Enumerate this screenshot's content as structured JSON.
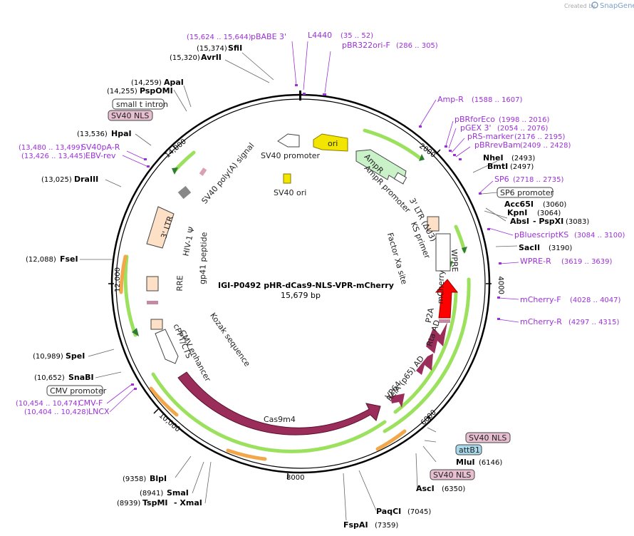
{
  "logo": {
    "small": "Created by",
    "brand": "SnapGene"
  },
  "plasmid": {
    "name": "IGI-P0492 pHR-dCas9-NLS-VPR-mCherry",
    "length": "15,679 bp"
  },
  "colors": {
    "purple": "#9b30d9",
    "green": "#9be15d",
    "orange": "#f2a74b",
    "maroon": "#9b2d5a",
    "red": "#ff0000"
  },
  "ticks": [
    "2000",
    "4000",
    "6000",
    "8000",
    "10,000",
    "12,000",
    "14,000"
  ],
  "enzymes": [
    {
      "name": "SfiI",
      "pos": "(15,374)"
    },
    {
      "name": "AvrII",
      "pos": "(15,320)"
    },
    {
      "name": "ApaI",
      "pos": "(14,259)"
    },
    {
      "name": "PspOMI",
      "pos": "(14,255)"
    },
    {
      "name": "HpaI",
      "pos": "(13,536)"
    },
    {
      "name": "DraIII",
      "pos": "(13,025)"
    },
    {
      "name": "FseI",
      "pos": "(12,088)"
    },
    {
      "name": "SpeI",
      "pos": "(10,989)"
    },
    {
      "name": "SnaBI",
      "pos": "(10,652)"
    },
    {
      "name": "BlpI",
      "pos": "(9358)"
    },
    {
      "name": "SmaI",
      "pos": "(8941)"
    },
    {
      "name": "TspMI",
      "pos": "(8939)"
    },
    {
      "name": "- XmaI",
      "pos": ""
    },
    {
      "name": "FspAI",
      "pos": "(7359)"
    },
    {
      "name": "PaqCI",
      "pos": "(7045)"
    },
    {
      "name": "AscI",
      "pos": "(6350)"
    },
    {
      "name": "MluI",
      "pos": "(6146)"
    },
    {
      "name": "SacII",
      "pos": "(3190)"
    },
    {
      "name": "AbsI",
      "pos": "(3083)"
    },
    {
      "name": "- PspXI",
      "pos": ""
    },
    {
      "name": "KpnI",
      "pos": "(3064)"
    },
    {
      "name": "Acc65I",
      "pos": "(3060)"
    },
    {
      "name": "BmtI",
      "pos": "(2497)"
    },
    {
      "name": "NheI",
      "pos": "(2493)"
    }
  ],
  "primers": [
    {
      "name": "pBABE 3'",
      "range": "(15,624 .. 15,644)"
    },
    {
      "name": "L4440",
      "range": "(35 .. 52)"
    },
    {
      "name": "pBR322ori-F",
      "range": "(286 .. 305)"
    },
    {
      "name": "SV40pA-R",
      "range": "(13,480 .. 13,499)"
    },
    {
      "name": "EBV-rev",
      "range": "(13,426 .. 13,445)"
    },
    {
      "name": "CMV-F",
      "range": "(10,454 .. 10,474)"
    },
    {
      "name": "LNCX",
      "range": "(10,404 .. 10,428)"
    },
    {
      "name": "Amp-R",
      "range": "(1588 .. 1607)"
    },
    {
      "name": "pBRforEco",
      "range": "(1998 .. 2016)"
    },
    {
      "name": "pGEX 3'",
      "range": "(2054 .. 2076)"
    },
    {
      "name": "pRS-marker",
      "range": "(2176 .. 2195)"
    },
    {
      "name": "pBRrevBam",
      "range": "(2409 .. 2428)"
    },
    {
      "name": "SP6",
      "range": "(2718 .. 2735)"
    },
    {
      "name": "pBluescriptKS",
      "range": "(3084 .. 3100)"
    },
    {
      "name": "WPRE-R",
      "range": "(3619 .. 3639)"
    },
    {
      "name": "mCherry-F",
      "range": "(4028 .. 4047)"
    },
    {
      "name": "mCherry-R",
      "range": "(4297 .. 4315)"
    }
  ],
  "boxed_labels": [
    {
      "text": "small t intron"
    },
    {
      "text": "SV40 NLS"
    },
    {
      "text": "CMV promoter"
    },
    {
      "text": "SP6 promoter"
    },
    {
      "text": "SV40 NLS"
    },
    {
      "text": "attB1"
    },
    {
      "text": "SV40 NLS"
    }
  ],
  "features": {
    "sv40_promoter": "SV40 promoter",
    "ori": "ori",
    "sv40_ori": "SV40 ori",
    "ampr": "AmpR",
    "ampr_promoter": "AmpR promoter",
    "ltr3_au3": "3' LTR (ΔU3)",
    "ks_primer": "KS primer",
    "factor_xa": "Factor Xa site",
    "wpre": "WPRE",
    "mcherry": "mCherry",
    "p2a": "P2A",
    "rta_ad": "Rta AD",
    "relA": "RelA (p65) AD",
    "vp64": "VP64",
    "cas9m4": "Cas9m4",
    "cmv_enhancer": "CMV enhancer",
    "cppt": "cPPT/CTS",
    "kozak": "Kozak sequence",
    "rre": "RRE",
    "gp41": "gp41 peptide",
    "hiv_psi": "HIV-1 Ψ",
    "ltr3": "3' LTR",
    "sv40_polya": "SV40 poly(A) signal"
  }
}
